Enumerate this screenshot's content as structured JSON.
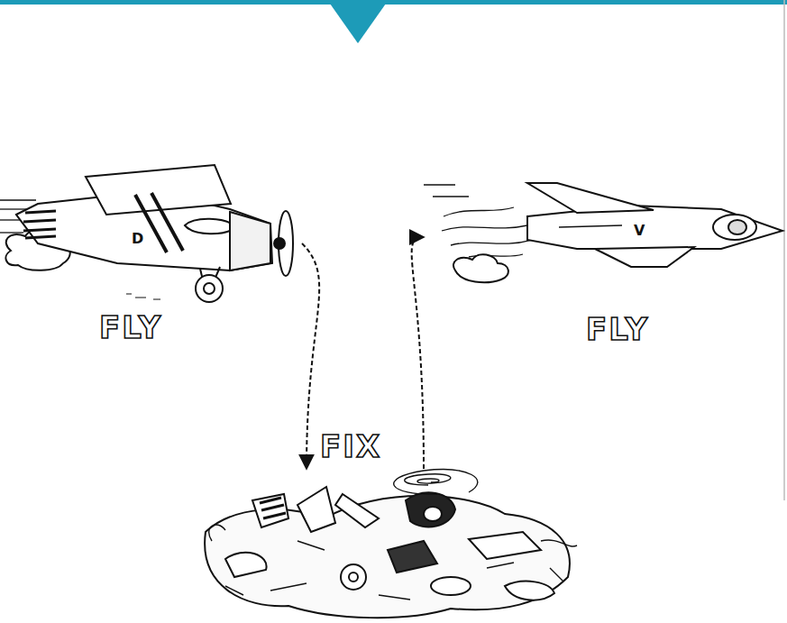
{
  "diagram": {
    "nodes": [
      {
        "text": [
          "FLY"
        ]
      },
      {
        "text": [
          "FIX"
        ]
      },
      {
        "text": [
          "FLY"
        ]
      }
    ],
    "edges": [
      {
        "from": 0,
        "to": 1,
        "arrow": "to"
      },
      {
        "from": 1,
        "to": 2,
        "arrow": "to"
      }
    ],
    "labels": [
      "D",
      "V"
    ]
  }
}
